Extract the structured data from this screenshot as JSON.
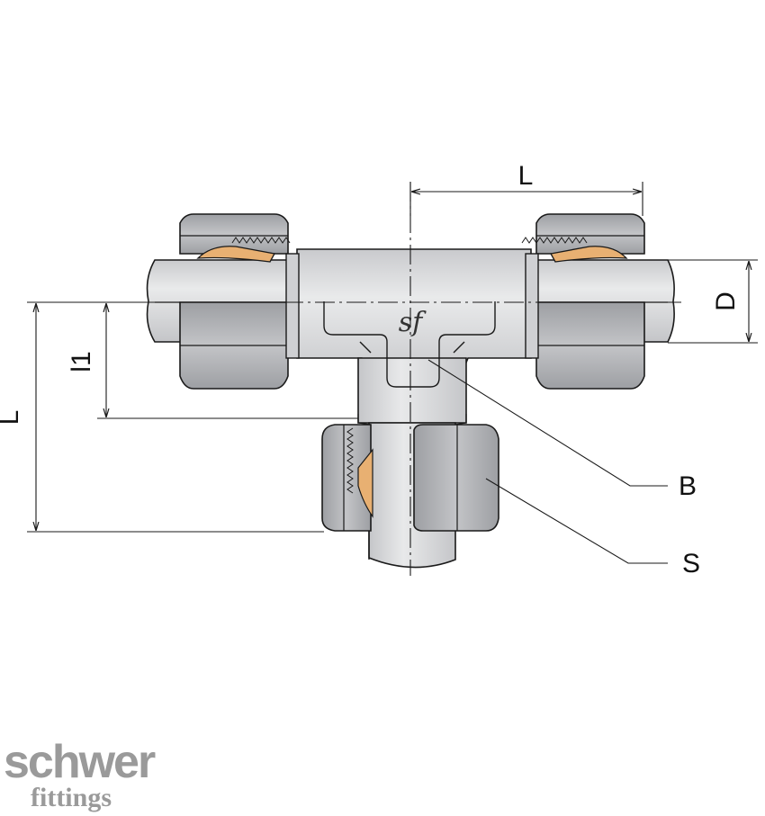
{
  "labels": {
    "L_top": "L",
    "L_left": "L",
    "l1": "l1",
    "D": "D",
    "B": "B",
    "S": "S",
    "emblem": "sf"
  },
  "logo": {
    "line1": "schwer",
    "line2": "fittings"
  },
  "colors": {
    "metal": "#d9dadc",
    "metal_dark": "#a4a6aa",
    "nut": "#b9babd",
    "ferrule": "#e8b072",
    "line": "#1a1a1a",
    "logo": "#9a9a9a"
  }
}
